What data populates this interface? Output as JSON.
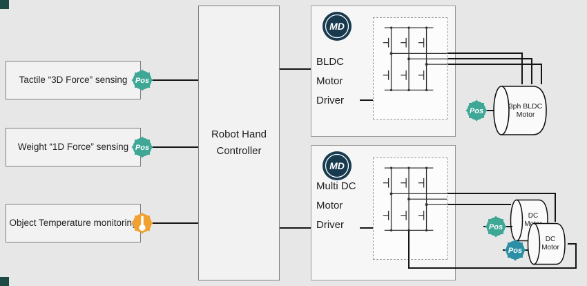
{
  "labels": {
    "pos": "Pos"
  },
  "sensors": [
    {
      "label": "Tactile “3D Force” sensing",
      "badge": "pos-gear"
    },
    {
      "label": "Weight “1D Force” sensing",
      "badge": "pos-gear"
    },
    {
      "label": "Object Temperature monitoring",
      "badge": "thermometer"
    }
  ],
  "controller": {
    "label": "Robot Hand Controller"
  },
  "drivers": [
    {
      "logo": "MD",
      "label": "BLDC Motor Driver"
    },
    {
      "logo": "MD",
      "label": "Multi DC Motor Driver"
    }
  ],
  "motors": [
    {
      "label": "3ph BLDC Motor",
      "badges": [
        "Pos"
      ]
    },
    {
      "label": "DC Motor",
      "badges": [
        "Pos"
      ]
    },
    {
      "label": "DC Motor",
      "badges": [
        "Pos"
      ]
    }
  ],
  "colors": {
    "pos_badge": "#3fa796",
    "pos_badge_dark": "#2b8fa5",
    "temp_badge": "#f0a132",
    "md_logo": "#173a4f",
    "wire": "#141414"
  }
}
